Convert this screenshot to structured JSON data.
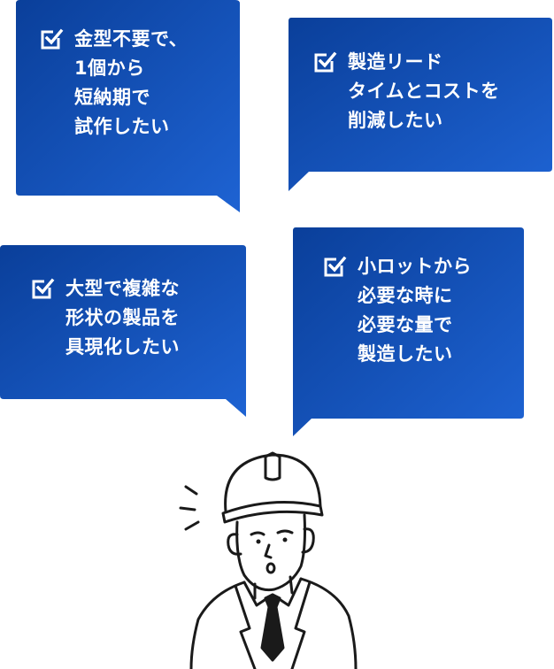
{
  "colors": {
    "bubble_dark": "#0a3f9a",
    "bubble_light": "#1d5fcf",
    "text": "#ffffff",
    "ink": "#1a1a1a"
  },
  "bubbles": [
    {
      "icon": "checkbox-checked-icon",
      "lines": [
        "金型不要で、",
        "1個から",
        "短納期で",
        "試作したい"
      ]
    },
    {
      "icon": "checkbox-checked-icon",
      "lines": [
        "製造リード",
        "タイムとコストを",
        "削減したい"
      ]
    },
    {
      "icon": "checkbox-checked-icon",
      "lines": [
        "大型で複雑な",
        "形状の製品を",
        "具現化したい"
      ]
    },
    {
      "icon": "checkbox-checked-icon",
      "lines": [
        "小ロットから",
        "必要な時に",
        "必要な量で",
        "製造したい"
      ]
    }
  ],
  "illustration": {
    "icon": "worried-worker-icon"
  }
}
